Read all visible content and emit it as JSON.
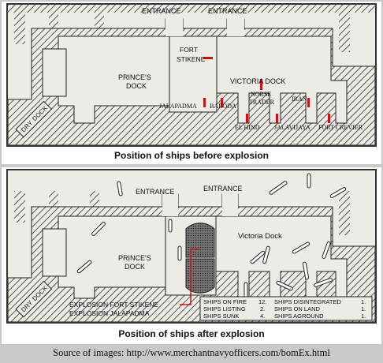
{
  "top_map": {
    "labels": {
      "entrance_left": "ENTRANCE",
      "entrance_right": "ENTRANCE",
      "fort_stikene_1": "FORT",
      "fort_stikene_2": "STIKENE",
      "princes_dock_1": "PRINCE'S",
      "princes_dock_2": "DOCK",
      "victoria_dock": "VICTORIA    DOCK",
      "norse_trader_1": "NORSE",
      "norse_trader_2": "TRADER",
      "iran": "IRAN",
      "jalapadma": "JALAPADMA",
      "baroda": "BARODA",
      "el_hind": "EL HIND",
      "jalavijaya": "JALAVIJAYA",
      "fort_crevier": "FORT CREVIER",
      "dry_dock_1": "DRY",
      "dry_dock_2": "DOCK"
    },
    "caption": "Position of ships before explosion"
  },
  "bottom_map": {
    "labels": {
      "entrance_left": "ENTRANCE",
      "entrance_right": "ENTRANCE",
      "victoria_dock": "Victoria  Dock",
      "princes_dock_1": "PRINCE'S",
      "princes_dock_2": "DOCK",
      "explosion_1": "EXPLOSION FORT STIKENE",
      "explosion_2": "EXPLOSION  JALAPADMA",
      "dry_dock_1": "DRY",
      "dry_dock_2": "DOCK"
    },
    "legend": [
      {
        "label": "SHIPS ON FIRE",
        "value": "12."
      },
      {
        "label": "SHIPS LISTING",
        "value": "2."
      },
      {
        "label": "SHIPS SUNK",
        "value": "4."
      },
      {
        "label": "SHIPS DISINTEGRATED",
        "value": "1."
      },
      {
        "label": "SHIPS ON LAND",
        "value": "1."
      },
      {
        "label": "SHIPS AGROUND",
        "value": "1."
      }
    ],
    "caption": "Position of ships after explosion"
  },
  "source": "Source of images: http://www.merchantnavyofficers.com/bomEx.html",
  "colors": {
    "ship_marker": "#cc1111",
    "hatch": "#555555",
    "background": "#c9c9c9"
  }
}
